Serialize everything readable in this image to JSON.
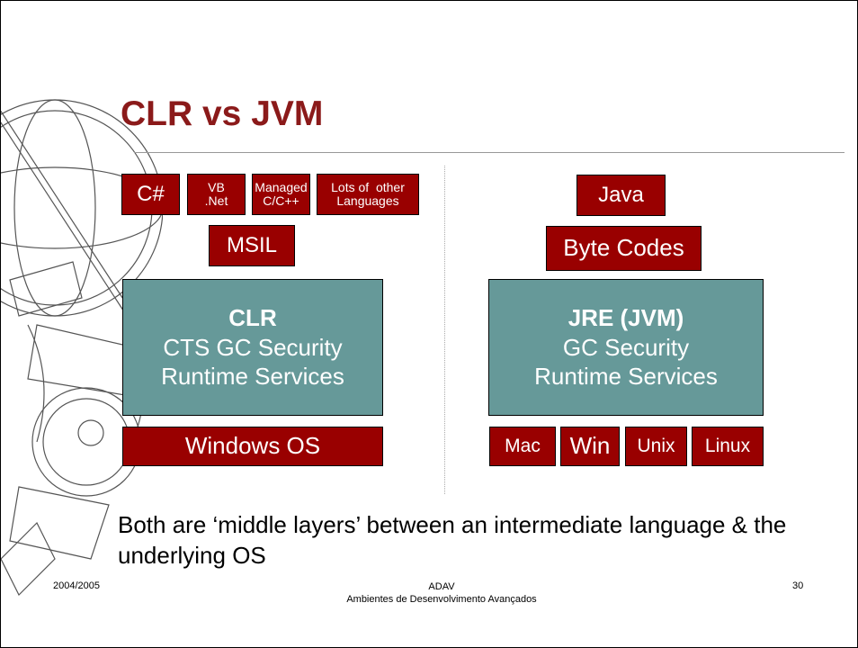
{
  "slide": {
    "title": "CLR vs JVM",
    "left": {
      "languages": [
        "C#",
        "VB\n.Net",
        "Managed\nC/C++",
        "Lots of  other\nLanguages"
      ],
      "intermediate": "MSIL",
      "runtime": {
        "head": "CLR",
        "line1": "CTS GC Security",
        "line2": "Runtime Services"
      },
      "os": "Windows OS"
    },
    "right": {
      "language": "Java",
      "intermediate": "Byte Codes",
      "runtime": {
        "head": "JRE (JVM)",
        "line1": "GC Security",
        "line2": "Runtime Services"
      },
      "os": [
        "Mac",
        "Win",
        "Unix",
        "Linux"
      ]
    },
    "body": "Both are ‘middle layers’ between an intermediate language & the underlying OS",
    "footer": {
      "date": "2004/2005",
      "course_code": "ADAV",
      "course_name": "Ambientes de Desenvolvimento Avançados",
      "page_number": "30"
    },
    "colors": {
      "title": "#8b1a1a",
      "box": "#990000",
      "runtime": "#669999"
    }
  }
}
